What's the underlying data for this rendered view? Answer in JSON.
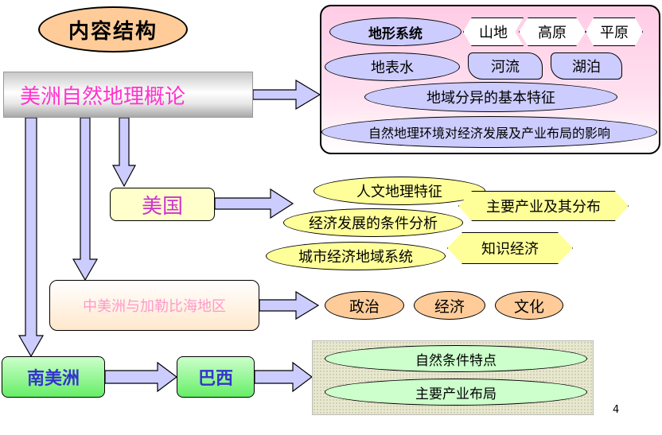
{
  "title": "内容结构",
  "main_topic": "美洲自然地理概论",
  "natural_geography": {
    "landform_system": "地形系统",
    "landforms": [
      "山地",
      "高原",
      "平原"
    ],
    "surface_water": "地表水",
    "water_types": [
      "河流",
      "湖泊"
    ],
    "regional_differentiation": "地域分异的基本特征",
    "environment_impact": "自然地理环境对经济发展及产业布局的影响"
  },
  "usa": {
    "label": "美国",
    "topics": {
      "human_geography": "人文地理特征",
      "main_industries": "主要产业及其分布",
      "development_conditions": "经济发展的条件分析",
      "knowledge_economy": "知识经济",
      "urban_economic_system": "城市经济地域系统"
    }
  },
  "central_america": {
    "label": "中美洲与加勒比海地区",
    "topics": [
      "政治",
      "经济",
      "文化"
    ]
  },
  "south_america": {
    "label": "南美洲"
  },
  "brazil": {
    "label": "巴西",
    "topics": [
      "自然条件特点",
      "主要产业布局"
    ]
  },
  "page_number": "4",
  "colors": {
    "main_topic_text": "#ff33cc",
    "country_text": "#cc33cc",
    "arrow_fill": "#ccccff",
    "panel_pink": "#ffcce6",
    "oval_lavender": "#ccccff",
    "oval_yellow": "#ffff99",
    "oval_orange": "#ffcc99",
    "oval_green": "#ccffcc"
  }
}
